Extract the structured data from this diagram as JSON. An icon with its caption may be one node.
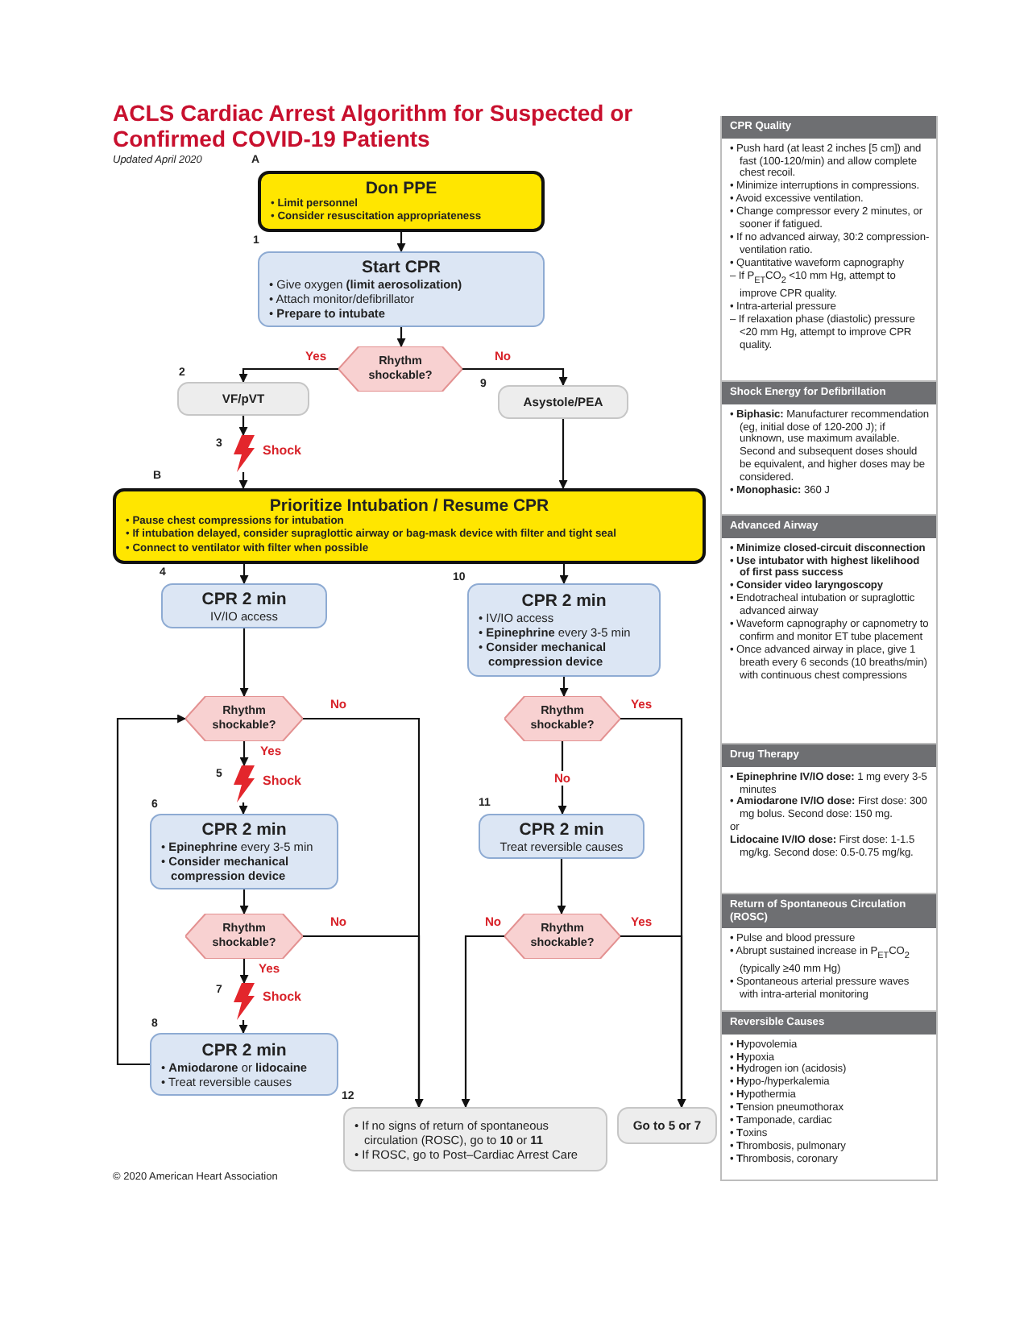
{
  "diagram": {
    "title": "ACLS Cardiac Arrest Algorithm for Suspected or Confirmed COVID-19 Patients",
    "nodes": [
      {
        "text": [
          "Don PPE",
          "• **Limit personnel**",
          "• **Consider resuscitation appropriateness**"
        ],
        "beside": [
          "A"
        ]
      },
      {
        "text": [
          "Start CPR",
          "• Give oxygen **(limit aerosolization)**",
          "• Attach monitor/defibrillator",
          "• **Prepare to intubate**"
        ],
        "beside": [
          "1"
        ]
      },
      {
        "text": [
          "Rhythm shockable?"
        ]
      },
      {
        "text": [
          "VF/pVT"
        ],
        "beside": [
          "2"
        ]
      },
      {
        "text": [
          "Asystole/PEA"
        ],
        "beside": [
          "9"
        ]
      },
      {
        "text": [],
        "shape": "bolt",
        "beside": [
          "3",
          "Shock"
        ]
      },
      {
        "text": [
          "Prioritize Intubation / Resume CPR",
          "• **Pause chest compressions for intubation**",
          "• **If intubation delayed, consider supraglottic airway or bag-mask device with filter and tight seal**",
          "• **Connect to ventilator with filter when possible**"
        ],
        "beside": [
          "B"
        ]
      },
      {
        "text": [
          "CPR 2 min",
          "IV/IO access"
        ],
        "beside": [
          "4"
        ]
      },
      {
        "text": [
          "CPR 2 min",
          "• IV/IO access",
          "• **Epinephrine** every 3-5 min",
          "• **Consider mechanical compression device**"
        ],
        "beside": [
          "10"
        ]
      },
      {
        "text": [
          "Rhythm shockable?"
        ]
      },
      {
        "text": [
          "Rhythm shockable?"
        ]
      },
      {
        "text": [],
        "shape": "bolt",
        "beside": [
          "5",
          "Shock"
        ]
      },
      {
        "text": [
          "CPR 2 min",
          "Treat reversible causes"
        ],
        "beside": [
          "11"
        ]
      },
      {
        "text": [
          "CPR 2 min",
          "• **Epinephrine** every 3-5 min",
          "• **Consider mechanical compression device**"
        ],
        "beside": [
          "6"
        ]
      },
      {
        "text": [
          "Rhythm shockable?"
        ]
      },
      {
        "text": [
          "Rhythm shockable?"
        ]
      },
      {
        "text": [],
        "shape": "bolt",
        "beside": [
          "7",
          "Shock"
        ]
      },
      {
        "text": [
          "CPR 2 min",
          "• **Amiodarone** or **lidocaine**",
          "• Treat reversible causes"
        ],
        "beside": [
          "8"
        ]
      },
      {
        "text": [
          "• If no signs of return of spontaneous circulation (ROSC), go to **10** or **11**",
          "• If ROSC, go to Post–Cardiac Arrest Care"
        ],
        "beside": [
          "12"
        ]
      },
      {
        "text": [
          "Go to 5 or 7"
        ]
      },
      {
        "text": [
          "CPR Quality",
          "• Push hard (at least 2 inches [5 cm]) and fast (100-120/min) and allow complete chest recoil.",
          "• Minimize interruptions in compressions.",
          "• Avoid excessive ventilation.",
          "• Change compressor every 2 minutes, or sooner if fatigued.",
          "• If no advanced airway, 30:2 compression-ventilation ratio.",
          "• Quantitative waveform capnography",
          "– If P$_{ET}$CO$_{2}$ <10 mm Hg, attempt to improve CPR quality.",
          "• Intra-arterial pressure",
          "– If relaxation phase (diastolic) pressure <20 mm Hg, attempt to improve CPR quality."
        ]
      },
      {
        "text": [
          "Shock Energy for Defibrillation",
          "• **Biphasic:** Manufacturer recommendation (eg, initial dose of 120-200 J); if unknown, use maximum available. Second and subsequent doses should be equivalent, and higher doses may be considered.",
          "• **Monophasic:** 360 J"
        ]
      },
      {
        "text": [
          "Advanced Airway",
          "• **Minimize closed-circuit disconnection**",
          "• **Use intubator with highest likelihood of first pass success**",
          "• **Consider video laryngoscopy**",
          "• Endotracheal intubation or supraglottic advanced airway",
          "• Waveform capnography or capnometry to confirm and monitor ET tube placement",
          "• Once advanced airway in place, give 1 breath every 6 seconds (10 breaths/min) with continuous chest compressions"
        ]
      },
      {
        "text": [
          "Drug Therapy",
          "• **Epinephrine IV/IO dose:** 1 mg every 3-5 minutes",
          "• **Amiodarone IV/IO dose:** First dose: 300 mg bolus. Second dose: 150 mg.",
          "or",
          "**Lidocaine IV/IO dose:** First dose: 1-1.5 mg/kg. Second dose: 0.5-0.75 mg/kg."
        ]
      },
      {
        "text": [
          "Return of Spontaneous Circulation (ROSC)",
          "• Pulse and blood pressure",
          "• Abrupt sustained increase in P$_{ET}$CO$_{2}$ (typically ≥40 mm Hg)",
          "• Spontaneous arterial pressure waves with intra-arterial monitoring"
        ]
      },
      {
        "text": [
          "Reversible Causes",
          "• **H**ypovolemia",
          "• **H**ypoxia",
          "• **H**ydrogen ion (acidosis)",
          "• **H**ypo-/hyperkalemia",
          "• **H**ypothermia",
          "• **T**ension pneumothorax",
          "• **T**amponade, cardiac",
          "• **T**oxins",
          "• **T**hrombosis, pulmonary",
          "• **T**hrombosis, coronary"
        ]
      }
    ],
    "edges": [
      {
        "from": 0,
        "to": 1,
        "arrow": "to"
      },
      {
        "from": 1,
        "to": 2,
        "arrow": "to"
      },
      {
        "from": 2,
        "to": 3,
        "arrow": "to",
        "label": "Yes"
      },
      {
        "from": 2,
        "to": 4,
        "arrow": "to",
        "label": "No"
      },
      {
        "from": 3,
        "to": 5,
        "arrow": "to"
      },
      {
        "from": 5,
        "to": 6,
        "arrow": "to"
      },
      {
        "from": 4,
        "to": 6,
        "arrow": "to"
      },
      {
        "from": 6,
        "to": 7,
        "arrow": "to"
      },
      {
        "from": 6,
        "to": 8,
        "arrow": "to"
      },
      {
        "from": 7,
        "to": 9,
        "arrow": "to"
      },
      {
        "from": 9,
        "to": 11,
        "arrow": "to",
        "label": "Yes"
      },
      {
        "from": 11,
        "to": 13,
        "arrow": "to"
      },
      {
        "from": 13,
        "to": 14,
        "arrow": "to"
      },
      {
        "from": 14,
        "to": 16,
        "arrow": "to",
        "label": "Yes"
      },
      {
        "from": 16,
        "to": 17,
        "arrow": "to"
      },
      {
        "from": 17,
        "to": 9,
        "arrow": "to"
      },
      {
        "from": 9,
        "to": 18,
        "arrow": "to",
        "label": "No"
      },
      {
        "from": 14,
        "to": 18,
        "arrow": "to",
        "label": "No"
      },
      {
        "from": 8,
        "to": 10,
        "arrow": "to"
      },
      {
        "from": 10,
        "to": 12,
        "arrow": "to",
        "label": "No"
      },
      {
        "from": 12,
        "to": 15,
        "arrow": "to"
      },
      {
        "from": 15,
        "to": 18,
        "arrow": "to",
        "label": "No"
      },
      {
        "from": 10,
        "to": 19,
        "arrow": "to",
        "label": "Yes"
      },
      {
        "from": 15,
        "to": 19,
        "arrow": "to",
        "label": "Yes"
      }
    ],
    "labels": [
      "Updated April 2020",
      "© 2020 American Heart Association"
    ]
  }
}
